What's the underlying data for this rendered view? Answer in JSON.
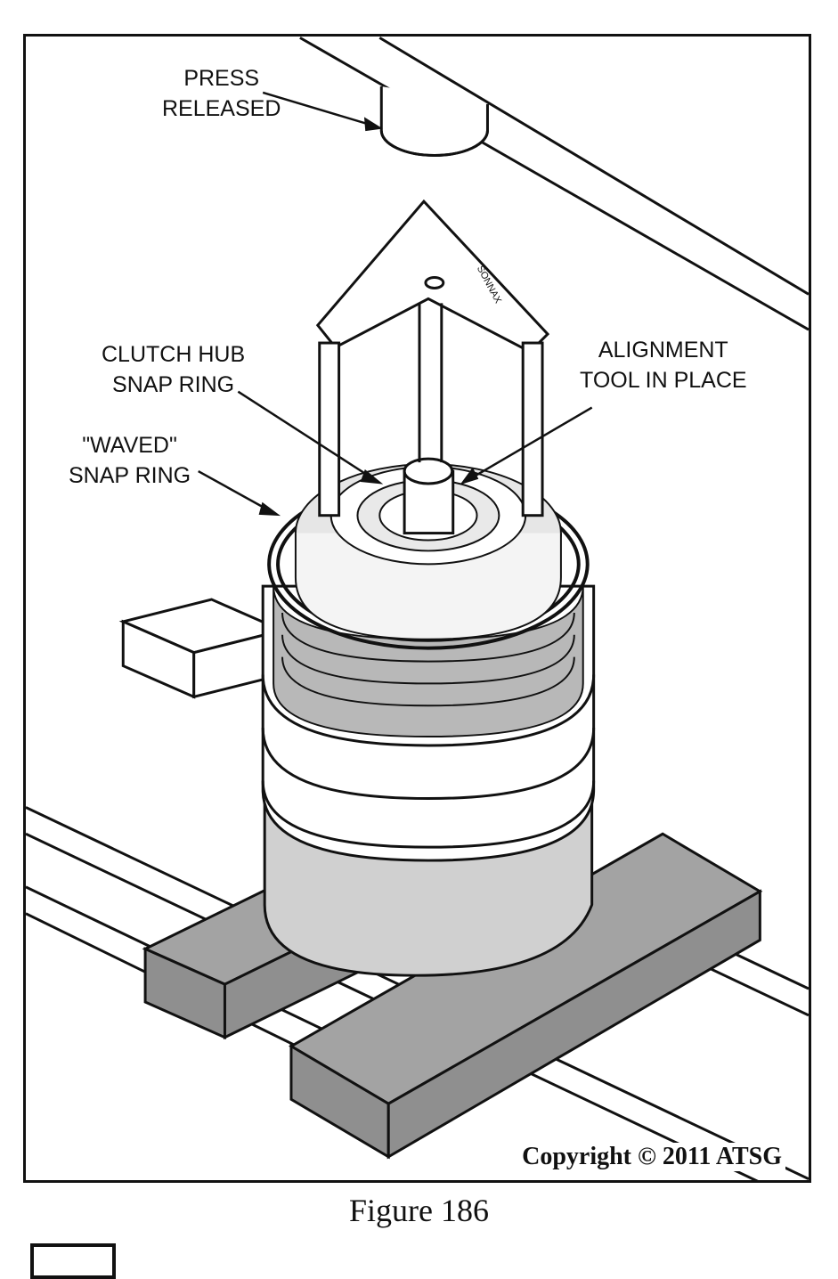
{
  "figure": {
    "callouts": {
      "press_released": [
        "PRESS",
        "RELEASED"
      ],
      "clutch_hub_snap_ring": [
        "CLUTCH HUB",
        "SNAP RING"
      ],
      "alignment_tool": [
        "ALIGNMENT",
        "TOOL IN PLACE"
      ],
      "waved_snap_ring": [
        "\"WAVED\"",
        "SNAP RING"
      ]
    },
    "tool_stamp": "SONNAX",
    "copyright": "Copyright © 2011 ATSG",
    "caption": "Figure 186"
  },
  "colors": {
    "line": "#111111",
    "wood_block": "#8f8f8f",
    "wood_block_top": "#a3a3a3",
    "shade": "#c8c8c8"
  }
}
